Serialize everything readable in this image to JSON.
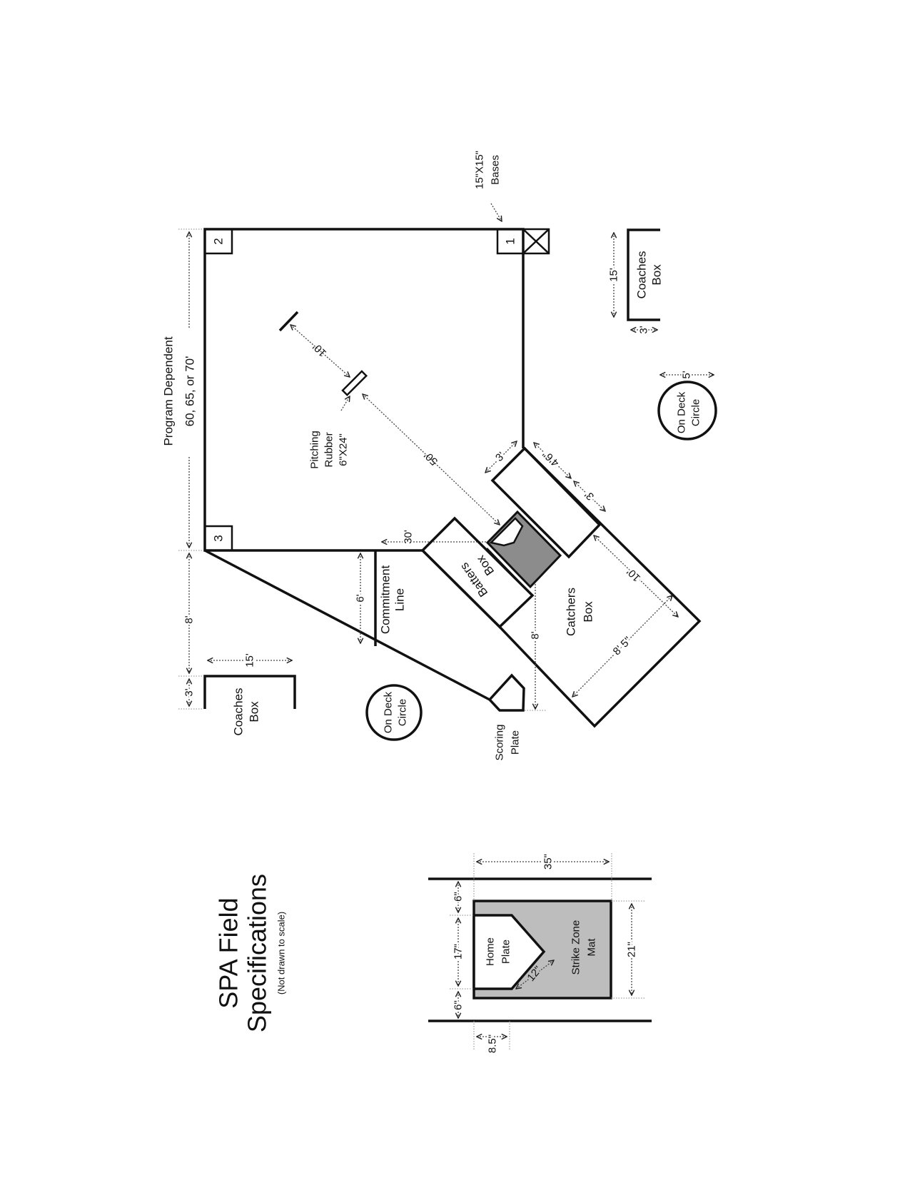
{
  "title": {
    "line1": "SPA Field",
    "line2": "Specifications",
    "note": "(Not drawn to scale)"
  },
  "field": {
    "program_dependent": {
      "line1": "Program Dependent",
      "line2": "60, 65, or 70'"
    },
    "bases_note": {
      "line1": "15\"X15\"",
      "line2": "Bases"
    },
    "base_numbers": {
      "first": "1",
      "second": "2",
      "third": "3"
    },
    "pitching_rubber": {
      "line1": "Pitching",
      "line2": "Rubber",
      "line3": "6\"X24\""
    },
    "commitment_line": {
      "line1": "Commitment",
      "line2": "Line"
    },
    "batters_box": {
      "line1": "Batters",
      "line2": "Box"
    },
    "catchers_box": {
      "line1": "Catchers",
      "line2": "Box"
    },
    "scoring_plate": {
      "line1": "Scoring",
      "line2": "Plate"
    },
    "on_deck_left": {
      "line1": "On Deck",
      "line2": "Circle"
    },
    "on_deck_right": {
      "line1": "On Deck",
      "line2": "Circle"
    },
    "coaches_left": {
      "line1": "Coaches",
      "line2": "Box"
    },
    "coaches_right": {
      "line1": "Coaches",
      "line2": "Box"
    },
    "dims": {
      "third_to_coach": "8'",
      "coach_offset_left": "3'",
      "coach_len_left": "15'",
      "commitment": "6'",
      "thirty": "30'",
      "fifty": "50'",
      "mound": "10'",
      "box_width": "3'",
      "four_six": "4'6\"",
      "three": "3'",
      "catcher_len": "10'",
      "catcher_width": "8' 5\"",
      "plate_to_box": "8'",
      "coach_len_right": "15'",
      "coach_offset_right": "3'",
      "on_deck": "5'"
    }
  },
  "plate_detail": {
    "home_plate": {
      "line1": "Home",
      "line2": "Plate"
    },
    "mat": {
      "line1": "Strike Zone",
      "line2": "Mat"
    },
    "dims": {
      "mat_length": "35\"",
      "side_top": "6\"",
      "plate_width": "17\"",
      "side_bottom": "6\"",
      "offset": "8.5\"",
      "plate_diag": "12\"",
      "mat_width": "21\""
    }
  },
  "colors": {
    "line": "#111111",
    "mat": "#bdbdbd",
    "mat_field": "#8c8c8c"
  }
}
